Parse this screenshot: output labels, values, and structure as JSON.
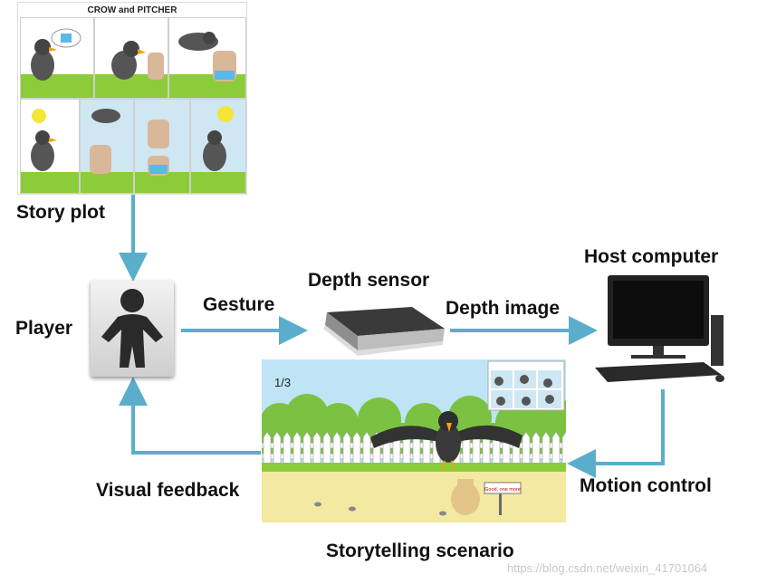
{
  "labels": {
    "story_plot": "Story plot",
    "player": "Player",
    "gesture": "Gesture",
    "depth_sensor": "Depth sensor",
    "depth_image": "Depth image",
    "host_computer": "Host computer",
    "motion_control": "Motion control",
    "visual_feedback": "Visual feedback",
    "storytelling_scenario": "Storytelling scenario"
  },
  "comic": {
    "title": "CROW and PITCHER"
  },
  "scene": {
    "counter": "1/3",
    "sign_text": "Good, one more"
  },
  "watermark": "https://blog.csdn.net/weixin_41701064",
  "colors": {
    "arrow": "#5aaecb",
    "grass": "#8ccc3a",
    "sky": "#bfe4f6",
    "ground": "#f3e9a0"
  }
}
